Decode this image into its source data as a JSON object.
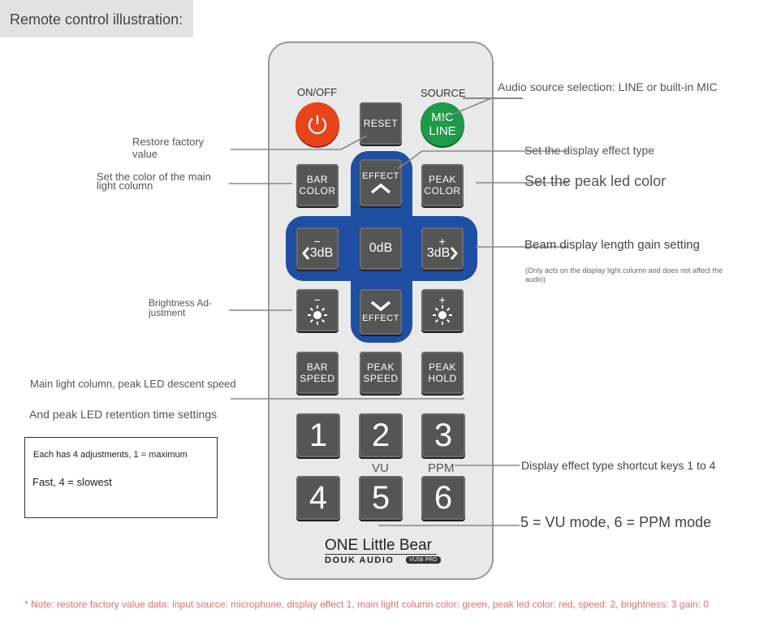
{
  "header": {
    "title": "Remote control illustration:"
  },
  "remote": {
    "on_off_label": "ON/OFF",
    "source_label": "SOURCE",
    "reset": "RESET",
    "mic": "MIC",
    "line": "LINE",
    "effect_up": "EFFECT",
    "effect_down": "EFFECT",
    "bar_color_1": "BAR",
    "bar_color_2": "COLOR",
    "peak_color_1": "PEAK",
    "peak_color_2": "COLOR",
    "minus": "−",
    "plus": "+",
    "db_minus": "3dB",
    "db_zero": "0dB",
    "db_plus": "3dB",
    "bar_speed_1": "BAR",
    "bar_speed_2": "SPEED",
    "peak_speed_1": "PEAK",
    "peak_speed_2": "SPEED",
    "peak_hold_1": "PEAK",
    "peak_hold_2": "HOLD",
    "num1": "1",
    "num2": "2",
    "num3": "3",
    "num4": "4",
    "num5": "5",
    "num6": "6",
    "vu": "VU",
    "ppm": "PPM",
    "brand": "ONE Little Bear",
    "brand_sub": "DOUK AUDIO",
    "model": "VU58 PRO"
  },
  "annotations": {
    "source": "Audio source selection: LINE or built-in MIC",
    "restore_1": "Restore factory",
    "restore_2": "value",
    "effect_type": "Set the display effect type",
    "bar_color_1": "Set the color of the main",
    "bar_color_2": "light column",
    "peak_color": "Set the peak led color",
    "gain": "Beam display length gain setting",
    "gain_note_1": "(Only acts on the display light column and does not affect the",
    "gain_note_2": "audio)",
    "brightness_1": "Brightness Ad-",
    "brightness_2": "justment",
    "speed_1": "Main light column, peak LED descent speed",
    "speed_2": "And peak LED retention time settings",
    "box_1": "Each has 4 adjustments, 1 = maximum",
    "box_2": "Fast, 4 = slowest",
    "shortcut": "Display effect type shortcut keys 1 to 4",
    "vu_ppm": "5 = VU mode, 6 = PPM mode",
    "footer": "* Note: restore factory value data: input source: microphone, display effect 1, main light column color: green, peak led color: red, speed: 2, brightness: 3 gain: 0"
  },
  "colors": {
    "power": "#e8441c",
    "source": "#1e9a48",
    "dpad": "#1f4fa3",
    "button": "#555555",
    "footer": "#e07070"
  }
}
